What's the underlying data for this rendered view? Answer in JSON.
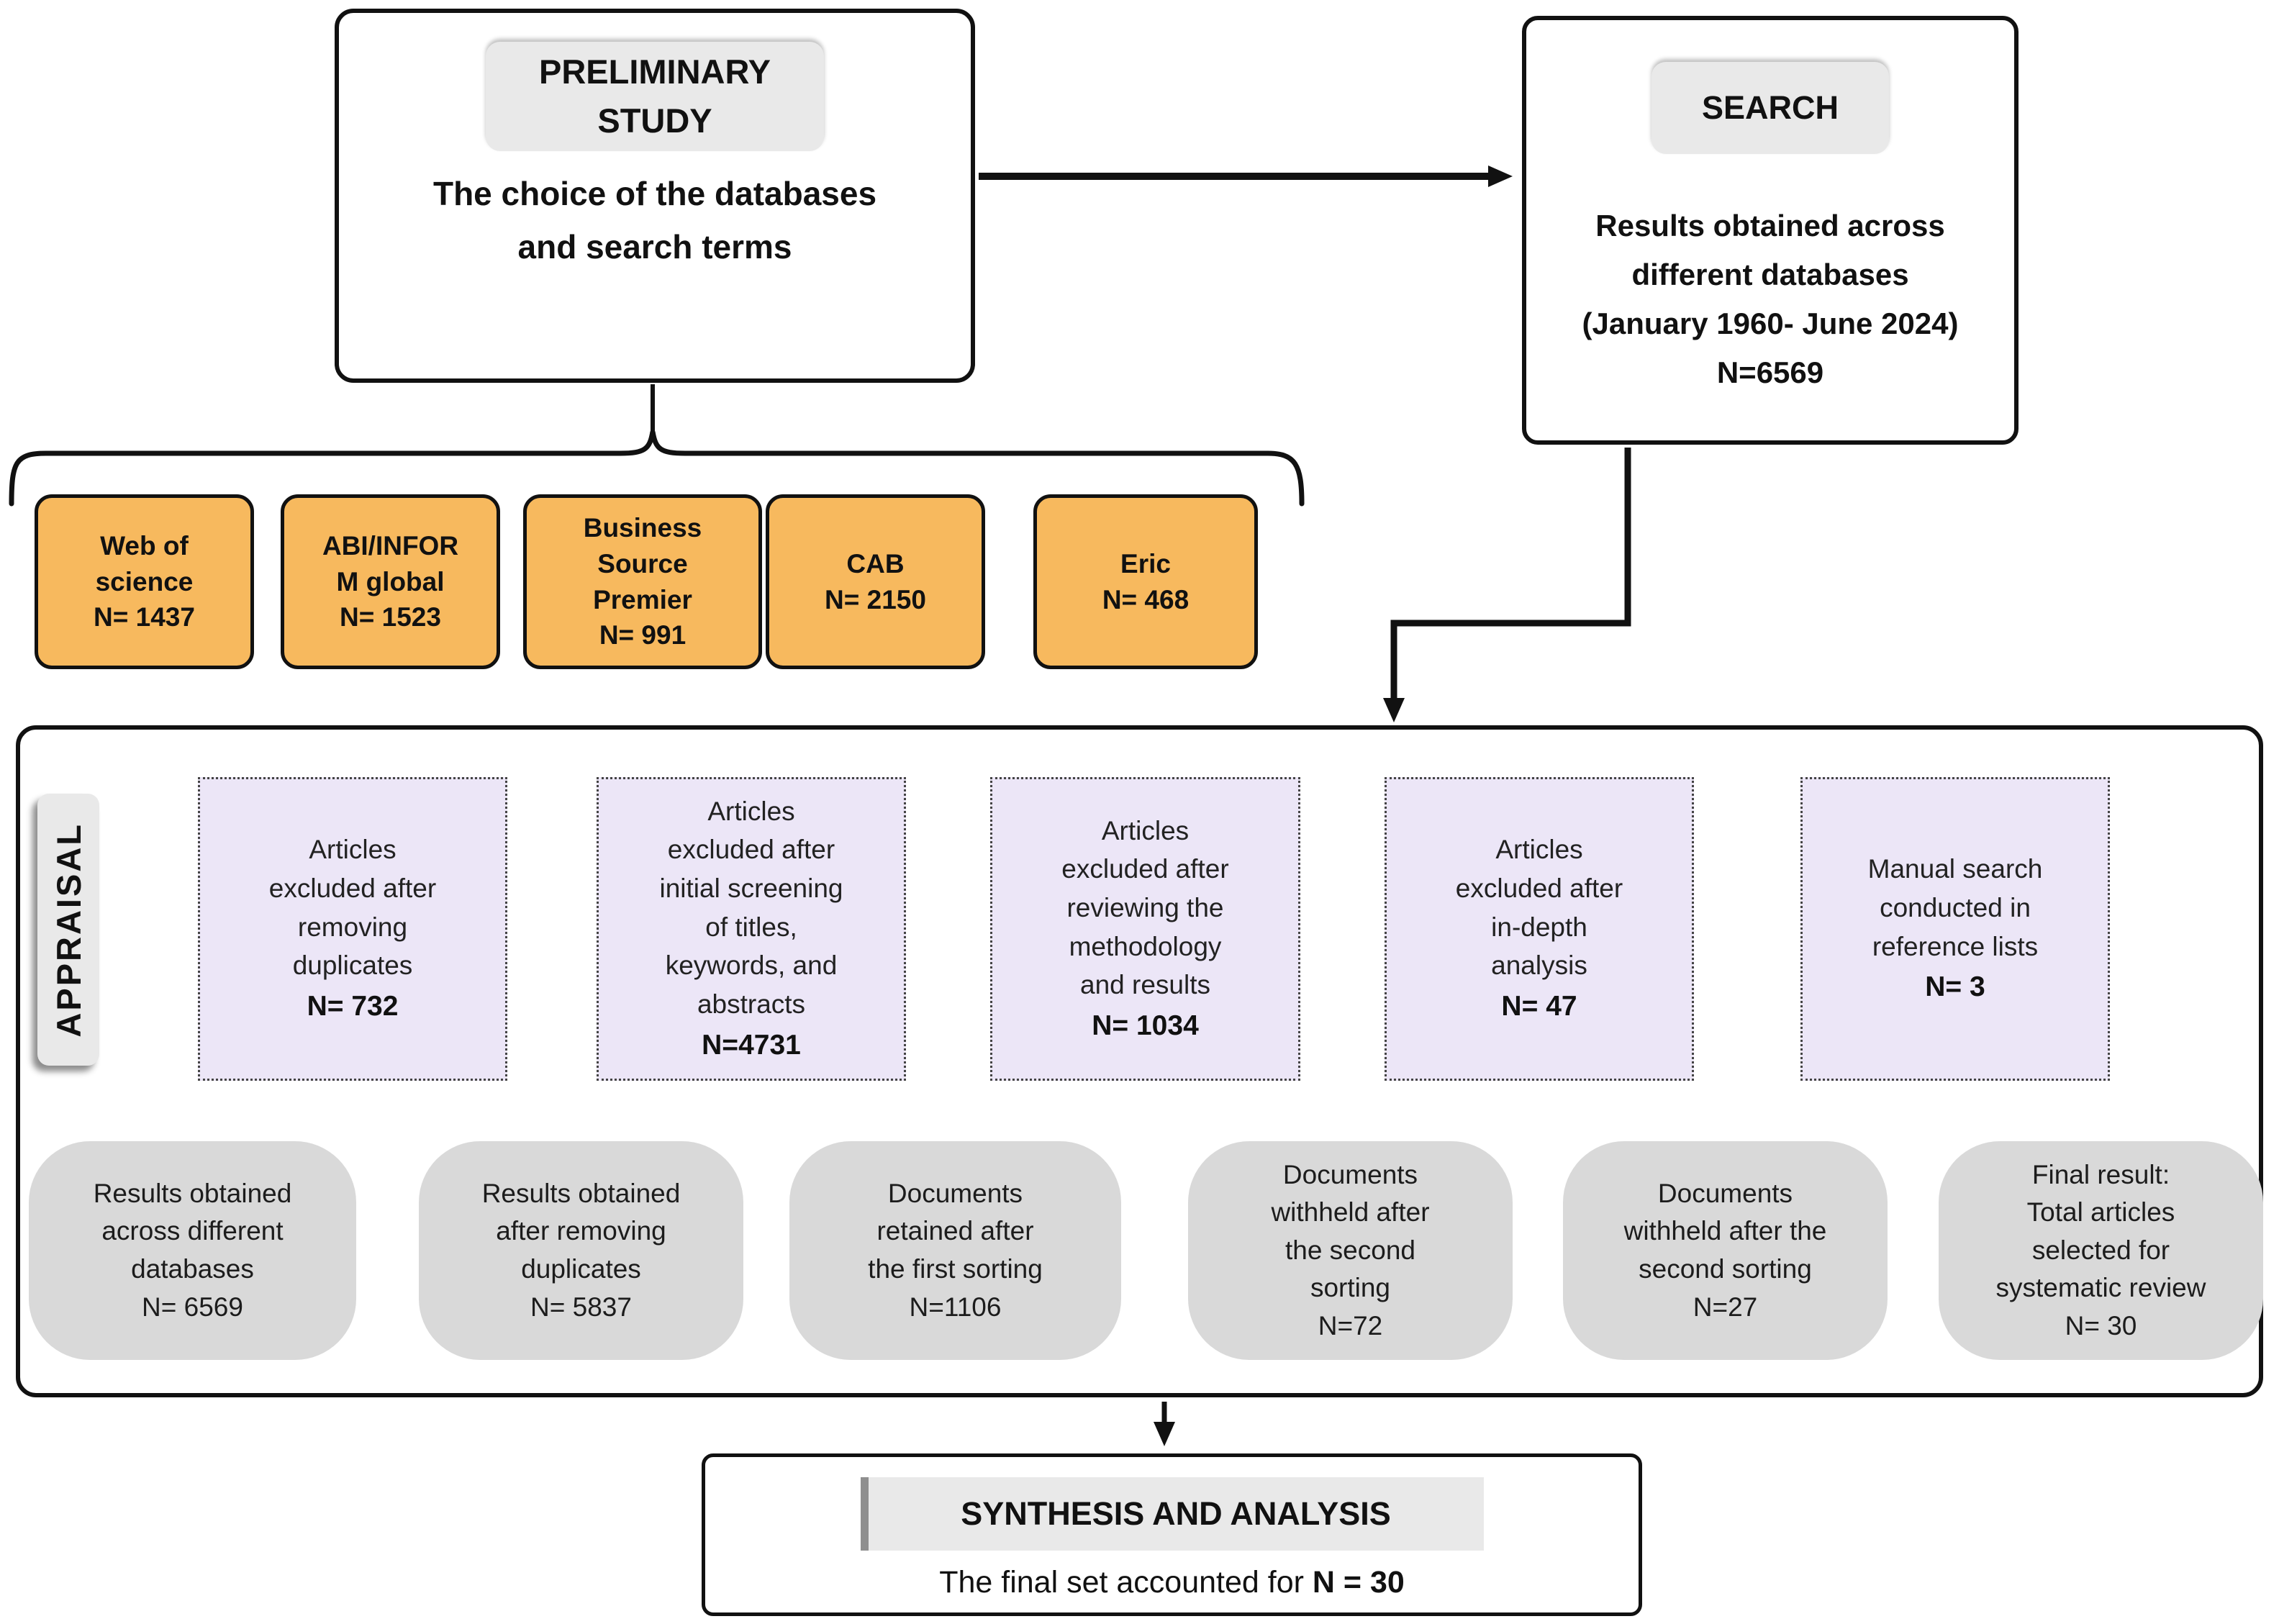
{
  "preliminary_box": {
    "badge": "PRELIMINARY STUDY",
    "body": "The choice of the databases\nand search terms"
  },
  "search_box": {
    "badge": "SEARCH",
    "body": "Results obtained across\ndifferent databases\n(January 1960- June 2024)\nN=6569"
  },
  "databases": [
    {
      "label": "Web of\nscience\nN= 1437"
    },
    {
      "label": "ABI/INFOR\nM global\nN= 1523"
    },
    {
      "label": "Business\nSource\nPremier\nN= 991"
    },
    {
      "label": "CAB\nN= 2150"
    },
    {
      "label": "Eric\nN= 468"
    }
  ],
  "appraisal": {
    "label": "APPRAISAL",
    "excluded_boxes": [
      {
        "text": "Articles\nexcluded after\nremoving\nduplicates",
        "n": "N= 732"
      },
      {
        "text": "Articles\nexcluded after\ninitial screening\nof titles,\nkeywords, and\nabstracts",
        "n": "N=4731"
      },
      {
        "text": "Articles\nexcluded after\nreviewing the\nmethodology\nand results",
        "n": "N= 1034"
      },
      {
        "text": "Articles\nexcluded after\nin-depth\nanalysis",
        "n": "N= 47"
      },
      {
        "text": "Manual search\nconducted in\nreference lists",
        "n": "N= 3"
      }
    ],
    "flow_boxes": [
      {
        "text": "Results obtained\nacross different\ndatabases",
        "n": "N= 6569"
      },
      {
        "text": "Results obtained\nafter removing\nduplicates",
        "n": "N= 5837"
      },
      {
        "text": "Documents\nretained after\nthe first sorting",
        "n": "N=1106"
      },
      {
        "text": "Documents\nwithheld after\nthe second\nsorting",
        "n": "N=72"
      },
      {
        "text": "Documents\nwithheld after the\nsecond sorting",
        "n": "N=27"
      },
      {
        "text": "Final result:\nTotal articles\nselected for\nsystematic review",
        "n": "N= 30"
      }
    ]
  },
  "synthesis": {
    "badge": "SYNTHESIS AND ANALYSIS",
    "body_prefix": "The final set accounted for ",
    "body_bold": "N = 30"
  },
  "colors": {
    "database_box_fill": "#F7B95E",
    "excluded_box_fill": "#ECE6F7",
    "flow_box_fill": "#D9D9D9",
    "badge_fill": "#E9E9E9",
    "line_color": "#111111"
  }
}
